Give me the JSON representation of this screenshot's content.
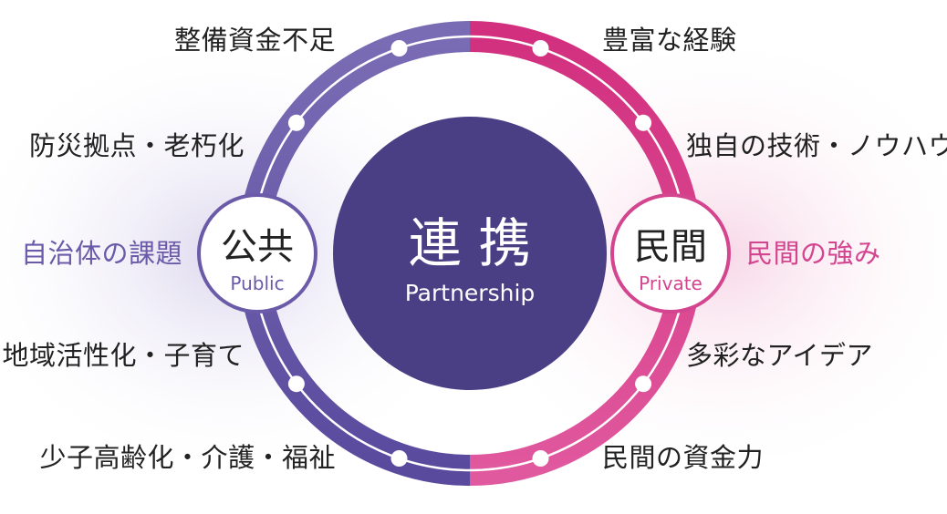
{
  "center": {
    "title": "連 携",
    "subtitle": "Partnership"
  },
  "public": {
    "title": "公共",
    "subtitle": "Public",
    "heading": "自治体の課題",
    "items": [
      "整備資金不足",
      "防災拠点・老朽化",
      "地域活性化・子育て",
      "少子高齢化・介護・福祉"
    ]
  },
  "private": {
    "title": "民間",
    "subtitle": "Private",
    "heading": "民間の強み",
    "items": [
      "豊富な経験",
      "独自の技術・ノウハウ",
      "多彩なアイデア",
      "民間の資金力"
    ]
  },
  "colors": {
    "public": "#6a5aa8",
    "private": "#d4458f",
    "center": "#4a3f85",
    "text": "#222222"
  }
}
